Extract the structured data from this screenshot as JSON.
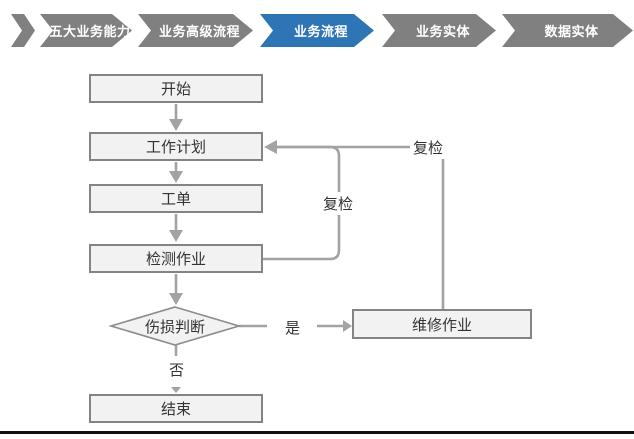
{
  "nav": {
    "items": [
      {
        "label": "五大业务能力",
        "active": false
      },
      {
        "label": "业务高级流程",
        "active": false
      },
      {
        "label": "业务流程",
        "active": true
      },
      {
        "label": "业务实体",
        "active": false
      },
      {
        "label": "数据实体",
        "active": false
      }
    ],
    "colors": {
      "active": "#2e75b6",
      "inactive": "#808080",
      "text": "#ffffff"
    }
  },
  "flowchart": {
    "nodes": {
      "start": "开始",
      "work_plan": "工作计划",
      "work_order": "工单",
      "inspection": "检测作业",
      "damage_decision": "伤损判断",
      "repair": "维修作业",
      "end": "结束"
    },
    "edge_labels": {
      "recheck_from_inspection": "复检",
      "recheck_from_repair": "复检",
      "yes": "是",
      "no": "否"
    },
    "colors": {
      "node_fill": "#f2f2f2",
      "node_border": "#848484",
      "connector": "#a3a3a3",
      "text": "#333333"
    }
  }
}
